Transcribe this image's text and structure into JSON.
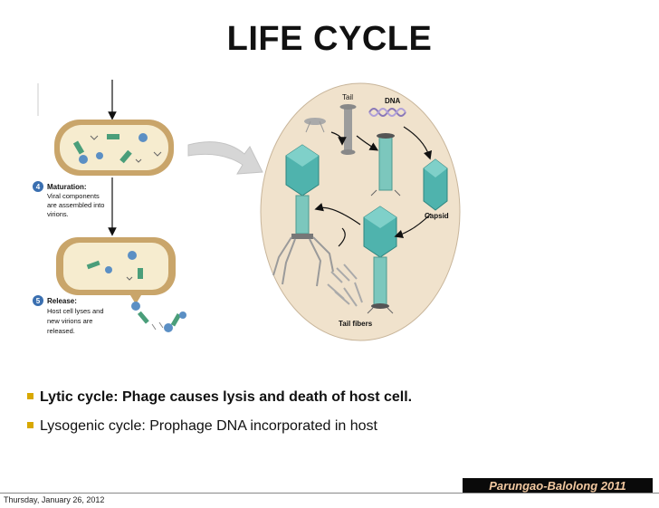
{
  "slide": {
    "title": "LIFE CYCLE",
    "bullets": [
      "Lytic cycle: Phage causes lysis and death of host cell.",
      "Lysogenic cycle: Prophage DNA incorporated in host"
    ],
    "credit": "Parungao-Balolong 2011",
    "date": "Thursday, January 26, 2012"
  },
  "left_figure": {
    "step4": {
      "number": "4",
      "heading": "Maturation:",
      "lines": [
        "Viral components",
        "are assembled into",
        "virions."
      ]
    },
    "step5": {
      "number": "5",
      "heading": "Release:",
      "lines": [
        "Host cell lyses and",
        "new virions are",
        "released."
      ]
    }
  },
  "right_figure": {
    "labels": {
      "tail": "Tail",
      "dna": "DNA",
      "capsid": "Capsid",
      "tail_fibers": "Tail fibers"
    }
  },
  "colors": {
    "cell_wall": "#c9a56a",
    "cell_inner": "#f6eccf",
    "oval": "#f0e2cc",
    "phage_head": "#4fb3ad",
    "step_badge": "#3a6fb0",
    "bullet": "#d8a800"
  }
}
